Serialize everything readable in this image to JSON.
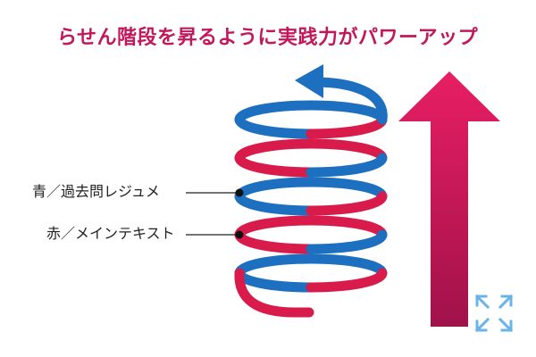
{
  "title": "らせん階段を昇るように実践力がパワーアップ",
  "legend": [
    {
      "text": "青／過去問レジュメ",
      "color": "#1d6fc0"
    },
    {
      "text": "赤／メインテキスト",
      "color": "#d81b4a"
    }
  ],
  "colors": {
    "title": "#c2185b",
    "arrow_top": "#e81e63",
    "arrow_bottom": "#a0124a",
    "expand_icon": "#6ab4ea"
  },
  "icons": {
    "expand": "expand-arrows-icon"
  }
}
